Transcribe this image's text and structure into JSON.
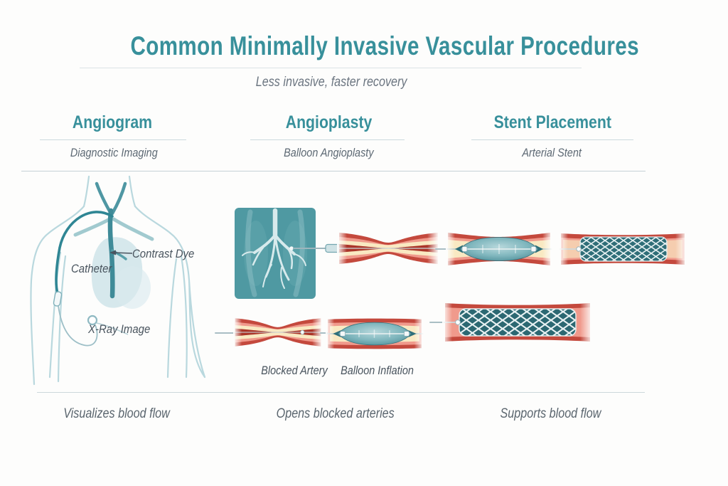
{
  "palette": {
    "accent_teal": "#38909b",
    "text_gray": "#6b7580",
    "label_gray": "#49545e",
    "divider": "#ccd8db",
    "artery_red": "#c4493d",
    "artery_salmon": "#f09a8c",
    "plaque_cream": "#f9e9c2",
    "lumen_red": "#ab3529",
    "balloon_teal": "#4f98a2",
    "stent_teal": "#2f6e78",
    "body_outline": "#b9d8de",
    "xray_panel_teal": "#4f99a2"
  },
  "header": {
    "title": "Common Minimally Invasive Vascular Procedures",
    "subtitle": "Less invasive, faster recovery"
  },
  "columns": [
    {
      "title": "Angiogram",
      "subtitle": "Diagnostic Imaging",
      "caption": "Visualizes blood flow",
      "illustration": "torso-with-catheter-angiogram",
      "labels": {
        "catheter": "Catheter",
        "contrast_dye": "Contrast Dye",
        "xray_image": "X-Ray Image"
      }
    },
    {
      "title": "Angioplasty",
      "subtitle": "Balloon Angioplasty",
      "caption": "Opens blocked arteries",
      "illustration": "xray-panel, blocked-artery, balloon-inflation-artery",
      "labels": {
        "blocked_artery": "Blocked Artery",
        "balloon_inflation": "Balloon Inflation"
      }
    },
    {
      "title": "Stent Placement",
      "subtitle": "Arterial Stent",
      "caption": "Supports blood flow",
      "illustration": "balloon-in-plaque-artery, stent-in-artery, expanded-stent-artery"
    }
  ]
}
